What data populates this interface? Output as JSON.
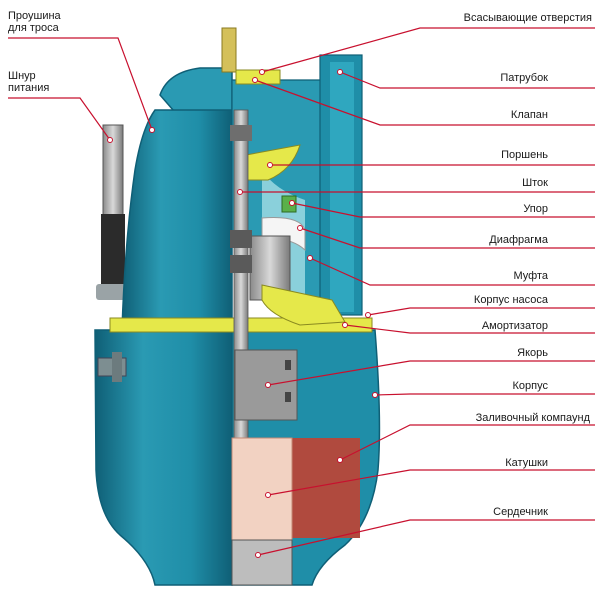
{
  "labels": {
    "eye": "Проушина\nдля троса",
    "cord": "Шнур\nпитания",
    "intake": "Всасывающие отверстия",
    "pipe": "Патрубок",
    "valve": "Клапан",
    "piston": "Поршень",
    "rod": "Шток",
    "stop": "Упор",
    "diaphragm": "Диафрагма",
    "coupling": "Муфта",
    "pump_body": "Корпус насоса",
    "damper": "Амортизатор",
    "anchor": "Якорь",
    "housing": "Корпус",
    "compound": "Заливочный компаунд",
    "coils": "Катушки",
    "core": "Сердечник"
  },
  "colors": {
    "body": "#1f8ea8",
    "body_dark": "#0f5f76",
    "body_light": "#49b2c8",
    "leader": "#c8102e",
    "yellow": "#e5e84a",
    "coil": "#f2d2c2",
    "compound": "#b04a3e"
  }
}
